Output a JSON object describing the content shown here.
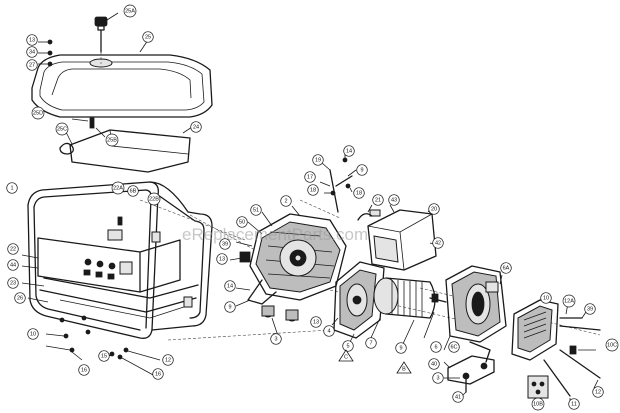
{
  "watermark": "eReplacementParts.com",
  "callouts": [
    "25A",
    "25",
    "13",
    "34",
    "27",
    "25D",
    "25C",
    "25B",
    "24",
    "1",
    "22A",
    "6B",
    "22B",
    "22",
    "44",
    "23",
    "26",
    "10",
    "15",
    "16",
    "16",
    "12",
    "51",
    "50",
    "2",
    "19",
    "14",
    "9",
    "17",
    "18",
    "18",
    "21",
    "43",
    "20",
    "42",
    "39",
    "13",
    "14",
    "9",
    "3",
    "13",
    "4",
    "5",
    "7",
    "9",
    "6A",
    "10",
    "12A",
    "39",
    "6",
    "6C",
    "40",
    "3",
    "41",
    "10C",
    "12",
    "11",
    "10B"
  ],
  "markers": [
    "C",
    "B"
  ]
}
